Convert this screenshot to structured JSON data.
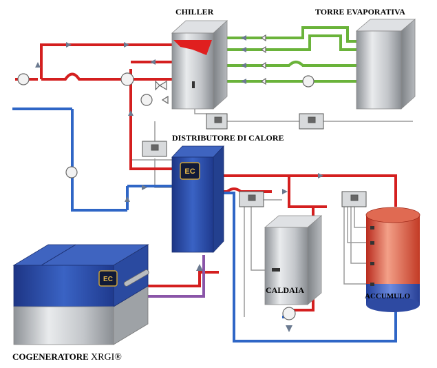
{
  "labels": {
    "chiller": "CHILLER",
    "torre": "TORRE EVAPORATIVA",
    "distributore": "DISTRIBUTORE DI CALORE",
    "caldaia": "CALDAIA",
    "accumulo": "ACCUMULO",
    "cogeneratore_prefix": "COGENERATORE",
    "cogeneratore_model": "XRGI®"
  },
  "logos": {
    "distributore_logo": "EC",
    "cogeneratore_logo": "EC"
  },
  "colors": {
    "hot_pipe": "#d41f1f",
    "cold_pipe": "#2f66c6",
    "cooling_pipe": "#6ab33a",
    "return_pipe": "#8a55a8",
    "gray_pipe": "#9a9a9a",
    "unit_blue": "#2c4ea8",
    "unit_steel": "#c9ccd0"
  }
}
